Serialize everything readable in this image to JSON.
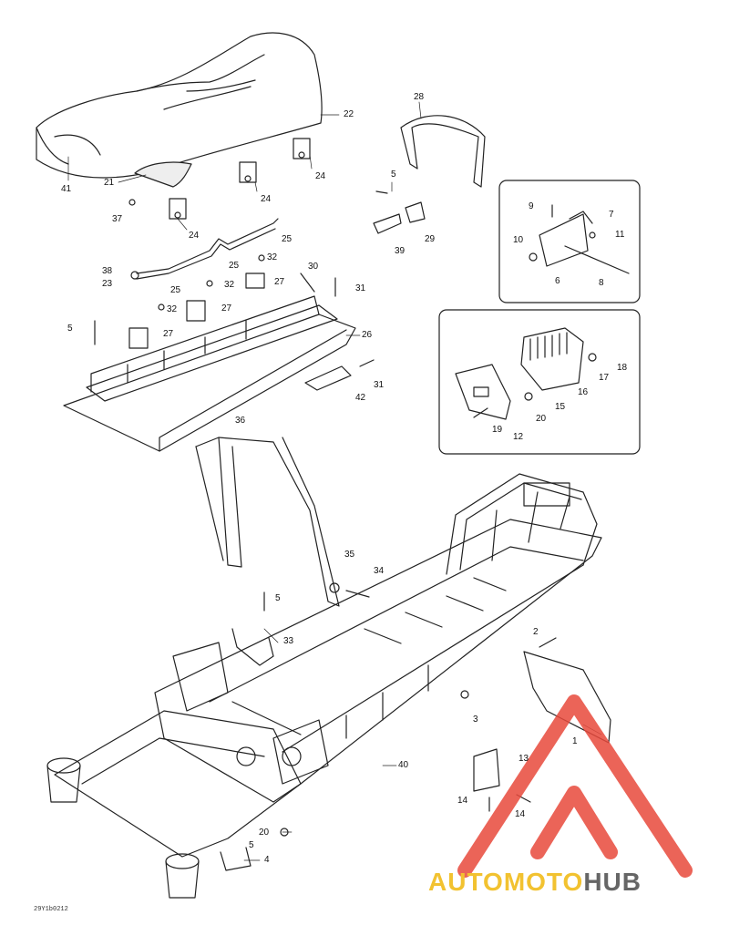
{
  "document_id": "29Y1b0212",
  "watermark": {
    "brand_left": "AUTOMOTO",
    "brand_right": "HUB",
    "accent_color": "#e8493c",
    "brand_yellow": "#f2c230",
    "brand_gray": "#666666"
  },
  "callouts": {
    "c1": "1",
    "c2": "2",
    "c3": "3",
    "c4": "4",
    "c5a": "5",
    "c5b": "5",
    "c5c": "5",
    "c5d": "5",
    "c6": "6",
    "c7": "7",
    "c8": "8",
    "c9": "9",
    "c10": "10",
    "c11": "11",
    "c12": "12",
    "c13": "13",
    "c14a": "14",
    "c14b": "14",
    "c15": "15",
    "c16": "16",
    "c17": "17",
    "c18": "18",
    "c19": "19",
    "c20a": "20",
    "c20b": "20",
    "c21": "21",
    "c22": "22",
    "c23": "23",
    "c24a": "24",
    "c24b": "24",
    "c24c": "24",
    "c25a": "25",
    "c25b": "25",
    "c25c": "25",
    "c26": "26",
    "c27a": "27",
    "c27b": "27",
    "c27c": "27",
    "c28": "28",
    "c29": "29",
    "c30": "30",
    "c31a": "31",
    "c31b": "31",
    "c32a": "32",
    "c32b": "32",
    "c32c": "32",
    "c33": "33",
    "c34": "34",
    "c35": "35",
    "c36": "36",
    "c37": "37",
    "c38": "38",
    "c39": "39",
    "c40": "40",
    "c41": "41",
    "c42": "42"
  }
}
